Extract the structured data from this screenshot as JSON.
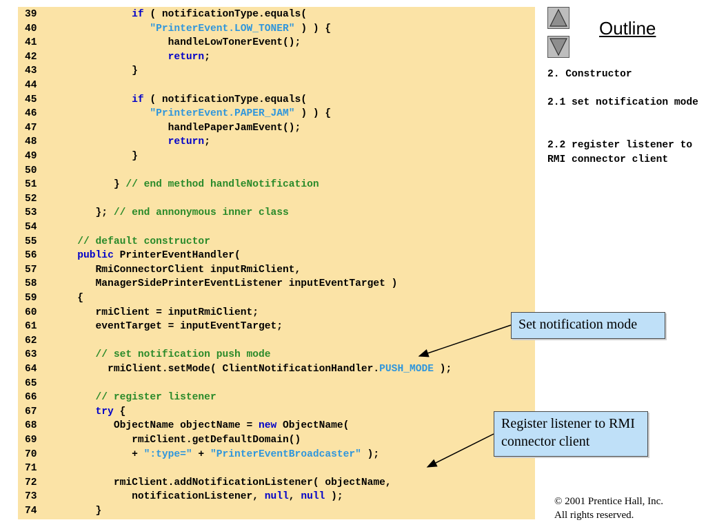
{
  "code_lines": [
    {
      "num": "39",
      "tokens": [
        {
          "t": "            "
        },
        {
          "t": "if",
          "c": "kw"
        },
        {
          "t": " ( notificationType.equals("
        }
      ]
    },
    {
      "num": "40",
      "tokens": [
        {
          "t": "               "
        },
        {
          "t": "\"PrinterEvent.LOW_TONER\"",
          "c": "str"
        },
        {
          "t": " ) ) {"
        }
      ]
    },
    {
      "num": "41",
      "tokens": [
        {
          "t": "                  handleLowTonerEvent();"
        }
      ]
    },
    {
      "num": "42",
      "tokens": [
        {
          "t": "                  "
        },
        {
          "t": "return",
          "c": "kw"
        },
        {
          "t": ";"
        }
      ]
    },
    {
      "num": "43",
      "tokens": [
        {
          "t": "            }"
        }
      ]
    },
    {
      "num": "44",
      "tokens": []
    },
    {
      "num": "45",
      "tokens": [
        {
          "t": "            "
        },
        {
          "t": "if",
          "c": "kw"
        },
        {
          "t": " ( notificationType.equals("
        }
      ]
    },
    {
      "num": "46",
      "tokens": [
        {
          "t": "               "
        },
        {
          "t": "\"PrinterEvent.PAPER_JAM\"",
          "c": "str"
        },
        {
          "t": " ) ) {"
        }
      ]
    },
    {
      "num": "47",
      "tokens": [
        {
          "t": "                  handlePaperJamEvent();"
        }
      ]
    },
    {
      "num": "48",
      "tokens": [
        {
          "t": "                  "
        },
        {
          "t": "return",
          "c": "kw"
        },
        {
          "t": ";"
        }
      ]
    },
    {
      "num": "49",
      "tokens": [
        {
          "t": "            }"
        }
      ]
    },
    {
      "num": "50",
      "tokens": []
    },
    {
      "num": "51",
      "tokens": [
        {
          "t": "         } "
        },
        {
          "t": "// end method handleNotification",
          "c": "cm"
        }
      ]
    },
    {
      "num": "52",
      "tokens": []
    },
    {
      "num": "53",
      "tokens": [
        {
          "t": "      }; "
        },
        {
          "t": "// end annonymous inner class",
          "c": "cm"
        }
      ]
    },
    {
      "num": "54",
      "tokens": []
    },
    {
      "num": "55",
      "tokens": [
        {
          "t": "   "
        },
        {
          "t": "// default constructor",
          "c": "cm"
        }
      ]
    },
    {
      "num": "56",
      "tokens": [
        {
          "t": "   "
        },
        {
          "t": "public",
          "c": "kw"
        },
        {
          "t": " PrinterEventHandler("
        }
      ]
    },
    {
      "num": "57",
      "tokens": [
        {
          "t": "      RmiConnectorClient inputRmiClient,"
        }
      ]
    },
    {
      "num": "58",
      "tokens": [
        {
          "t": "      ManagerSidePrinterEventListener inputEventTarget )"
        }
      ]
    },
    {
      "num": "59",
      "tokens": [
        {
          "t": "   {"
        }
      ]
    },
    {
      "num": "60",
      "tokens": [
        {
          "t": "      rmiClient = inputRmiClient;"
        }
      ]
    },
    {
      "num": "61",
      "tokens": [
        {
          "t": "      eventTarget = inputEventTarget;"
        }
      ]
    },
    {
      "num": "62",
      "tokens": []
    },
    {
      "num": "63",
      "tokens": [
        {
          "t": "      "
        },
        {
          "t": "// set notification push mode",
          "c": "cm"
        }
      ]
    },
    {
      "num": "64",
      "tokens": [
        {
          "t": "        rmiClient.setMode( ClientNotificationHandler."
        },
        {
          "t": "PUSH_MODE",
          "c": "const"
        },
        {
          "t": " );"
        }
      ]
    },
    {
      "num": "65",
      "tokens": []
    },
    {
      "num": "66",
      "tokens": [
        {
          "t": "      "
        },
        {
          "t": "// register listener",
          "c": "cm"
        }
      ]
    },
    {
      "num": "67",
      "tokens": [
        {
          "t": "      "
        },
        {
          "t": "try",
          "c": "kw"
        },
        {
          "t": " {"
        }
      ]
    },
    {
      "num": "68",
      "tokens": [
        {
          "t": "         ObjectName objectName = "
        },
        {
          "t": "new",
          "c": "kw"
        },
        {
          "t": " ObjectName("
        }
      ]
    },
    {
      "num": "69",
      "tokens": [
        {
          "t": "            rmiClient.getDefaultDomain()"
        }
      ]
    },
    {
      "num": "70",
      "tokens": [
        {
          "t": "            + "
        },
        {
          "t": "\":type=\"",
          "c": "str"
        },
        {
          "t": " + "
        },
        {
          "t": "\"PrinterEventBroadcaster\"",
          "c": "str"
        },
        {
          "t": " );"
        }
      ]
    },
    {
      "num": "71",
      "tokens": []
    },
    {
      "num": "72",
      "tokens": [
        {
          "t": "         rmiClient.addNotificationListener( objectName,"
        }
      ]
    },
    {
      "num": "73",
      "tokens": [
        {
          "t": "            notificationListener, "
        },
        {
          "t": "null",
          "c": "kw"
        },
        {
          "t": ", "
        },
        {
          "t": "null",
          "c": "kw"
        },
        {
          "t": " );"
        }
      ]
    },
    {
      "num": "74",
      "tokens": [
        {
          "t": "      }"
        }
      ]
    }
  ],
  "colors": {
    "code_bg": "#fbe3a6",
    "keyword": "#0000c8",
    "string": "#2f96dc",
    "comment": "#2a8a2a",
    "callout_bg": "#bfe0f8"
  },
  "nav": {
    "up_icon": "triangle-up-icon",
    "down_icon": "triangle-down-icon"
  },
  "outline": {
    "title": "Outline",
    "items": [
      "2. Constructor",
      "2.1 set notification mode",
      "2.2 register listener to RMI connector client"
    ]
  },
  "callouts": [
    {
      "text": "Set notification mode"
    },
    {
      "text": "Register listener to RMI connector client"
    }
  ],
  "copyright": {
    "line1": "© 2001 Prentice Hall, Inc.",
    "line2": "All rights reserved."
  }
}
